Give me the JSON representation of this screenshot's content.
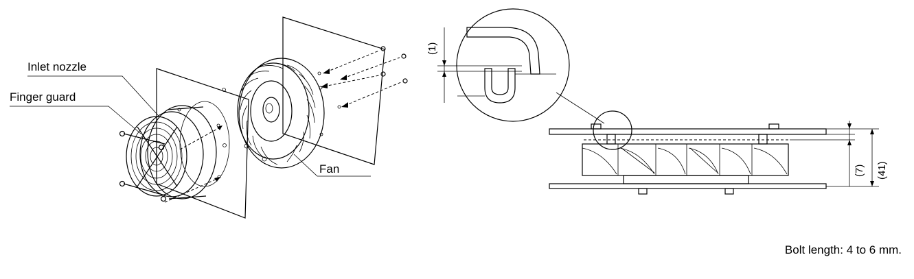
{
  "labels": {
    "inlet_nozzle": "Inlet nozzle",
    "finger_guard": "Finger guard",
    "fan": "Fan"
  },
  "dimensions": {
    "d1": "(1)",
    "d7": "(7)",
    "d41": "(41)"
  },
  "note": "Bolt length: 4 to 6 mm."
}
